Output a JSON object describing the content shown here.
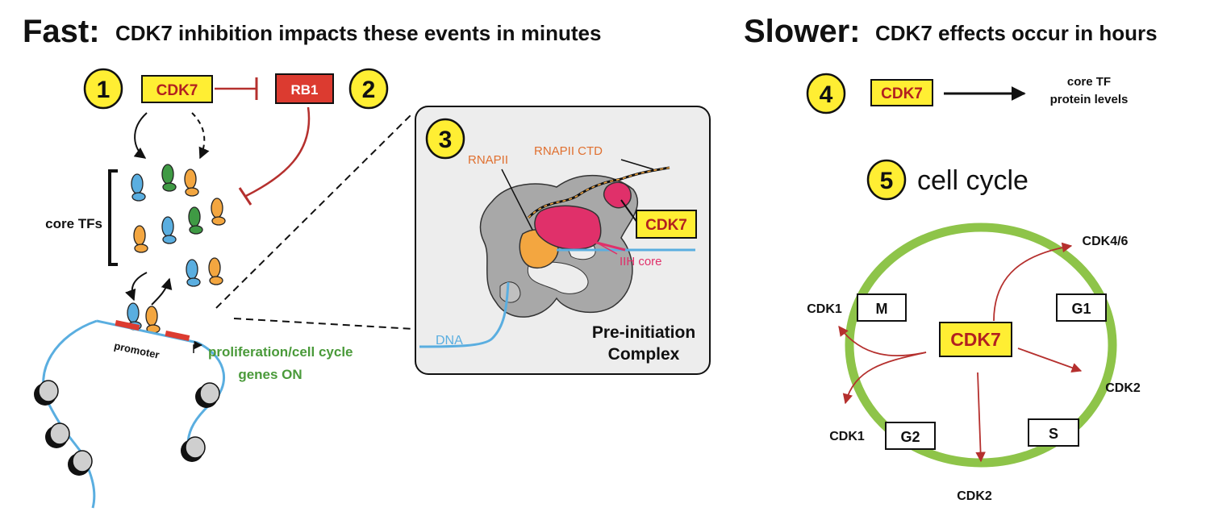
{
  "fast": {
    "heading": "Fast:",
    "subheading": "CDK7 inhibition impacts these events in minutes",
    "step1": "1",
    "step2": "2",
    "step3": "3",
    "cdk7": "CDK7",
    "rb1": "RB1",
    "core_tfs": "core TFs",
    "promoter": "promoter",
    "output_line1": "proliferation/cell cycle",
    "output_line2": "genes ON"
  },
  "pic": {
    "rnapii": "RNAPII",
    "rnapii_ctd": "RNAPII CTD",
    "cdk7": "CDK7",
    "iih_core": "IIH core",
    "dna": "DNA",
    "title_line1": "Pre-initiation",
    "title_line2": "Complex"
  },
  "slow": {
    "heading": "Slower:",
    "subheading": "CDK7 effects occur in hours",
    "step4": "4",
    "step5": "5",
    "cdk7": "CDK7",
    "target_line1": "core TF",
    "target_line2": "protein levels",
    "cell_cycle": "cell cycle"
  },
  "cycle": {
    "center": "CDK7",
    "phases": {
      "m": "M",
      "g1": "G1",
      "g2": "G2",
      "s": "S"
    },
    "kinases": {
      "cdk46": "CDK4/6",
      "cdk1_top": "CDK1",
      "cdk1_bottom": "CDK1",
      "cdk2_right": "CDK2",
      "cdk2_bottom": "CDK2"
    }
  },
  "colors": {
    "yellow": "#ffee33",
    "red": "#b5302e",
    "rb1_fill": "#dc3b30",
    "green": "#8ec449",
    "green_text": "#4a9a3a",
    "orange_text": "#e07030",
    "magenta": "#e0306a",
    "blue": "#5aaee0",
    "gray": "#a8a8a8",
    "panel": "#ededed"
  }
}
